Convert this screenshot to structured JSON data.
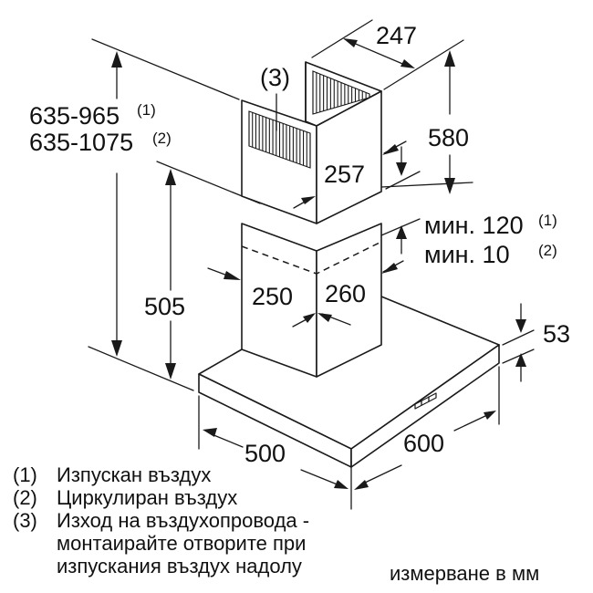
{
  "diagram": {
    "title": "Cooker hood installation dimensions",
    "colors": {
      "line": "#1a1a1a",
      "background": "#ffffff"
    },
    "dimensions": {
      "total_height_exhaust": "635-965",
      "total_height_exhaust_note": "(1)",
      "total_height_recirc": "635-1075",
      "total_height_recirc_note": "(2)",
      "outlet_callout": "(3)",
      "upper_chimney_depth": "247",
      "upper_chimney_height": "580",
      "upper_chimney_width": "257",
      "overlap_min_exhaust_prefix": "мин. 120",
      "overlap_min_exhaust_note": "(1)",
      "overlap_min_recirc_prefix": "мин. 10",
      "overlap_min_recirc_note": "(2)",
      "lower_chimney_height": "505",
      "lower_chimney_width": "250",
      "lower_chimney_depth": "260",
      "hood_thickness": "53",
      "hood_depth": "500",
      "hood_width": "600"
    },
    "legend": [
      {
        "key": "(1)",
        "text": "Изпускан въздух"
      },
      {
        "key": "(2)",
        "text": "Циркулиран въздух"
      },
      {
        "key": "(3)",
        "text": "Изход на въздухопровода -"
      },
      {
        "key": "",
        "text": "монтаирайте отворите при"
      },
      {
        "key": "",
        "text": "изпускания въздух надолу"
      }
    ],
    "units_note": "измерване в мм"
  }
}
